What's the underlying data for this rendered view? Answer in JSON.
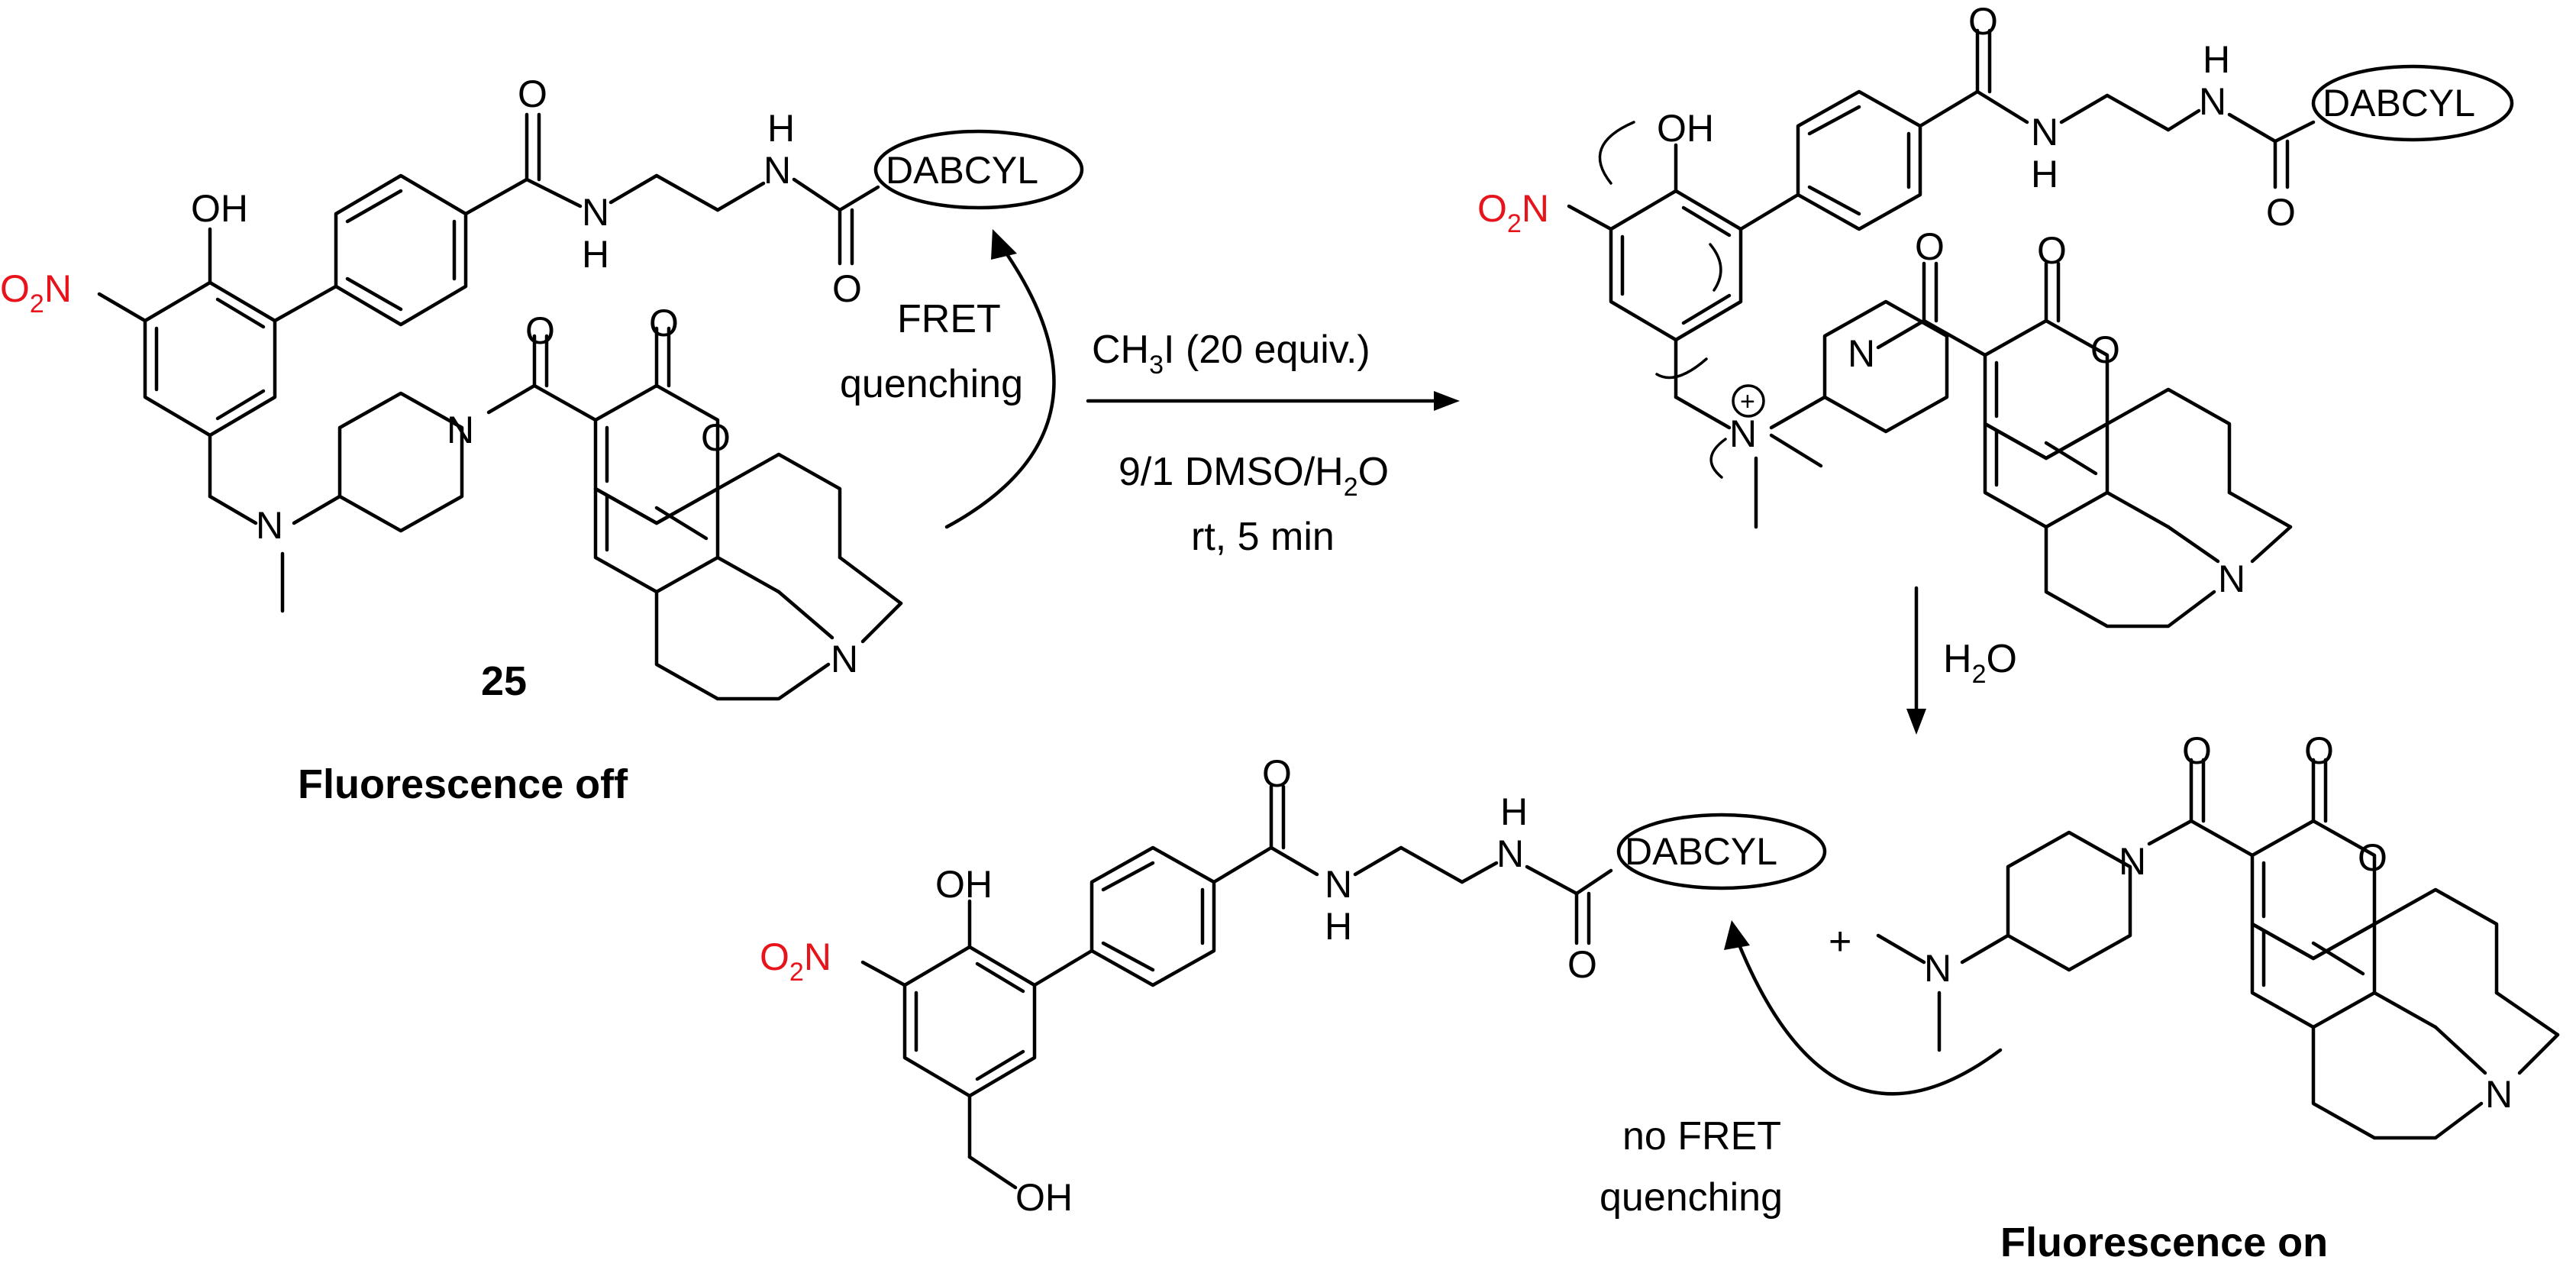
{
  "labels": {
    "compound_number": "25",
    "state_off": "Fluorescence off",
    "state_on": "Fluorescence on",
    "fret_line1": "FRET",
    "fret_line2": "quenching",
    "nofret_line1": "no FRET",
    "nofret_line2": "quenching",
    "reagent_pre": "CH",
    "reagent_sub": "3",
    "reagent_post": "I (20 equiv.)",
    "solvent_pre": "9/1 DMSO/H",
    "solvent_sub": "2",
    "solvent_post": "O",
    "time": "rt, 5 min",
    "water_pre": "H",
    "water_sub": "2",
    "water_post": "O",
    "plus": "+",
    "charge": "+"
  },
  "atoms": {
    "oh": "OH",
    "o": "O",
    "n": "N",
    "h": "H",
    "nitro_o": "O",
    "nitro_sub": "2",
    "nitro_n": "N",
    "dabcyl": "DABCYL"
  },
  "colors": {
    "nitro": "#e8141b",
    "ink": "#000000"
  }
}
